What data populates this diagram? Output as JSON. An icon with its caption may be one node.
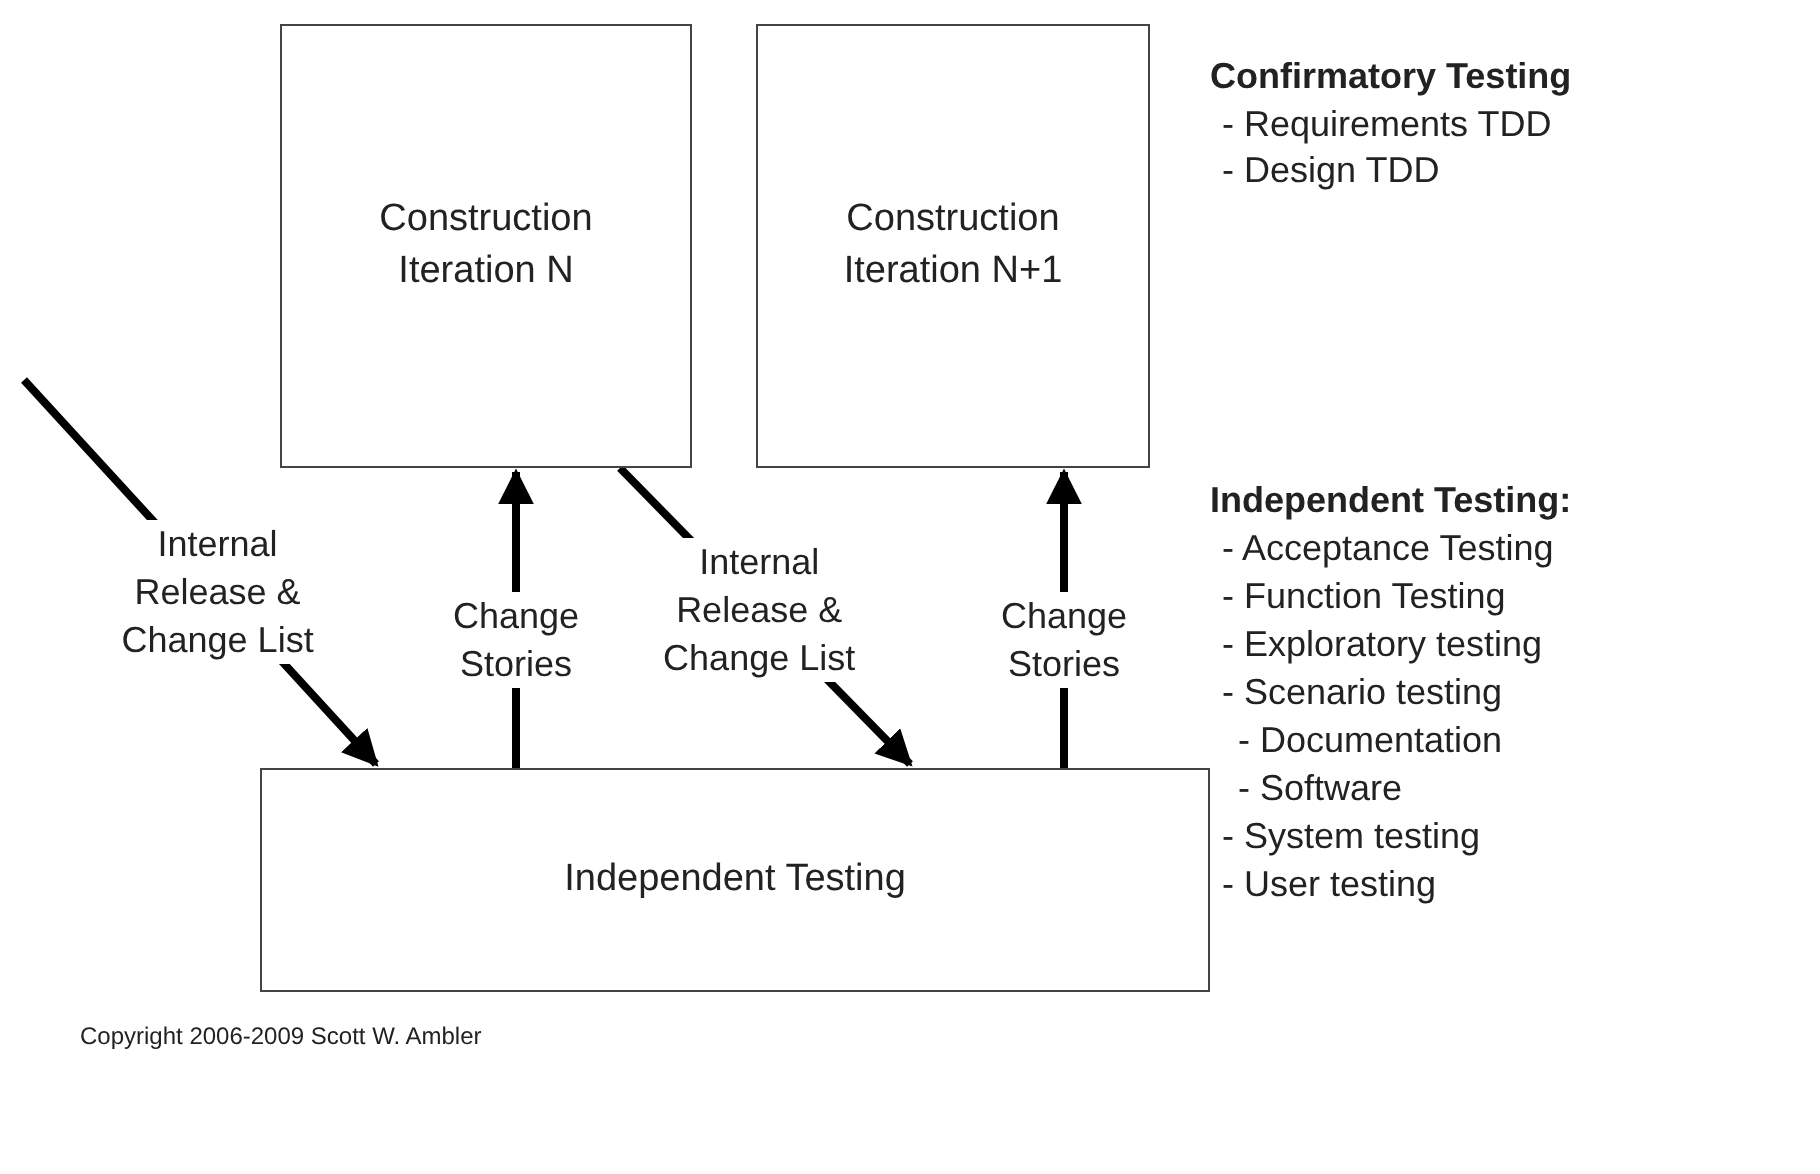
{
  "diagram": {
    "nodes": [
      {
        "text": [
          "Construction Iteration N"
        ]
      },
      {
        "text": [
          "Construction Iteration N+1"
        ]
      },
      {
        "text": [
          "Independent Testing"
        ]
      }
    ],
    "edges": [
      {
        "from": null,
        "to": 2,
        "arrow": "to",
        "label": "Internal Release & Change List"
      },
      {
        "from": 2,
        "to": 0,
        "arrow": "to",
        "label": "Change Stories"
      },
      {
        "from": 0,
        "to": 2,
        "arrow": "to",
        "label": "Internal Release & Change List"
      },
      {
        "from": 2,
        "to": 1,
        "arrow": "to",
        "label": "Change Stories"
      }
    ],
    "labels": [
      "Confirmatory Testing",
      "- Requirements TDD",
      "- Design TDD",
      "Independent Testing:",
      "- Acceptance Testing",
      "- Function Testing",
      "- Exploratory testing",
      "- Scenario testing",
      "- Documentation",
      "- Software",
      "- System testing",
      "- User testing",
      "Copyright 2006-2009 Scott W. Ambler"
    ]
  }
}
